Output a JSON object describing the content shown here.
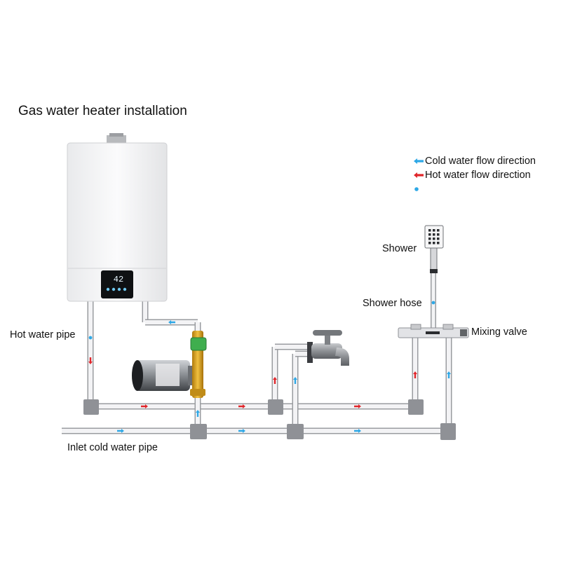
{
  "title": "Gas water heater installation",
  "legend": {
    "cold": "Cold water flow direction",
    "hot": "Hot water flow direction"
  },
  "labels": {
    "hot_water_pipe": "Hot water pipe",
    "inlet_cold_water_pipe": "Inlet cold water pipe",
    "shower": "Shower",
    "shower_hose": "Shower hose",
    "mixing_valve": "Mixing valve"
  },
  "heater_display": "42",
  "colors": {
    "cold": "#2ea8e6",
    "hot": "#e0262b",
    "pipe": "#dcdde0",
    "pipe_edge": "#9a9ca0",
    "elbow": "#8f9196",
    "brass": "#d9a21b"
  }
}
